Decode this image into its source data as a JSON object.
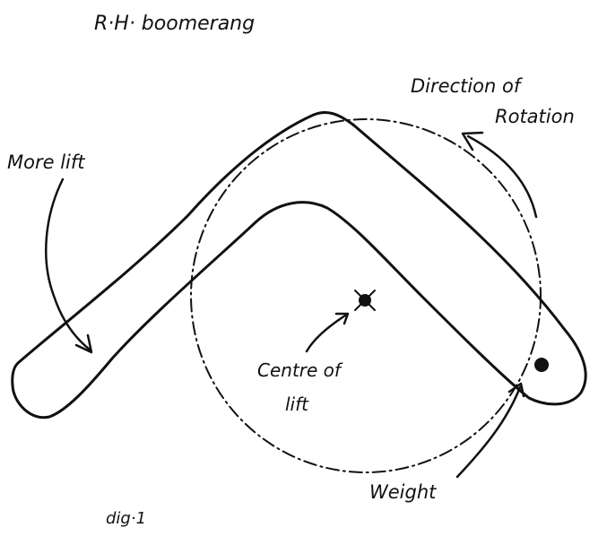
{
  "title": "R·H· boomerang",
  "labels": {
    "more_lift": "More lift",
    "direction_line1": "Direction of",
    "direction_line2": "Rotation",
    "centre_line1": "Centre of",
    "centre_line2": "lift",
    "weight": "Weight"
  },
  "caption": "dig·1",
  "colors": {
    "ink": "#111111",
    "paper": "#ffffff"
  }
}
